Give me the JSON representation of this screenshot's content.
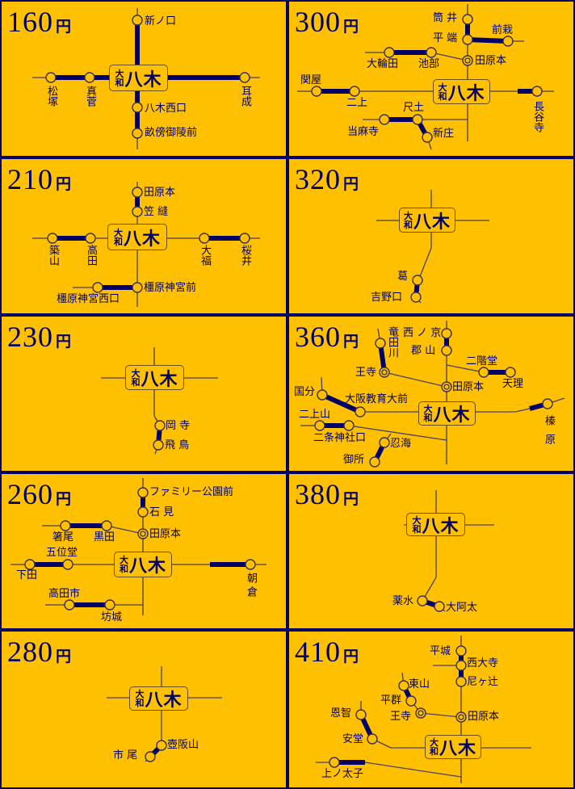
{
  "logo": {
    "top": "大",
    "bottom": "和",
    "main": "八木"
  },
  "panels": [
    {
      "fare": "160",
      "unit": "円",
      "stations": [
        "新ノ口",
        "八木西口",
        "畝傍御陵前",
        "松塚",
        "真菅",
        "耳成"
      ]
    },
    {
      "fare": "300",
      "unit": "円",
      "stations": [
        "筒 井",
        "平 端",
        "前栽",
        "田原本",
        "大輪田",
        "池部",
        "関屋",
        "二上",
        "長谷寺",
        "尺土",
        "当麻寺",
        "新庄"
      ]
    },
    {
      "fare": "210",
      "unit": "円",
      "stations": [
        "田原本",
        "笠 縫",
        "築山",
        "高田",
        "大福",
        "桜井",
        "橿原神宮前",
        "橿原神宮西口"
      ]
    },
    {
      "fare": "320",
      "unit": "円",
      "stations": [
        "葛",
        "吉野口"
      ]
    },
    {
      "fare": "230",
      "unit": "円",
      "stations": [
        "岡 寺",
        "飛 鳥"
      ]
    },
    {
      "fare": "360",
      "unit": "円",
      "stations": [
        "竜田川",
        "王寺",
        "西 ノ 京",
        "郡 山",
        "田原本",
        "二階堂",
        "天理",
        "榛原",
        "国分",
        "大阪教育大前",
        "二上山",
        "二条神社口",
        "忍海",
        "御所"
      ]
    },
    {
      "fare": "260",
      "unit": "円",
      "stations": [
        "ファミリー公園前",
        "石 見",
        "田原本",
        "箸尾",
        "黒田",
        "下田",
        "五位堂",
        "朝倉",
        "高田市",
        "坊城"
      ]
    },
    {
      "fare": "380",
      "unit": "円",
      "stations": [
        "薬水",
        "大阿太"
      ]
    },
    {
      "fare": "280",
      "unit": "円",
      "stations": [
        "壺阪山",
        "市 尾"
      ]
    },
    {
      "fare": "410",
      "unit": "円",
      "stations": [
        "平城",
        "西大寺",
        "尼ヶ辻",
        "東山",
        "平群",
        "王寺",
        "田原本",
        "恩智",
        "安堂",
        "上ノ太子"
      ]
    }
  ],
  "colors": {
    "background": "#FFC000",
    "line": "#000066",
    "border": "#000066"
  }
}
